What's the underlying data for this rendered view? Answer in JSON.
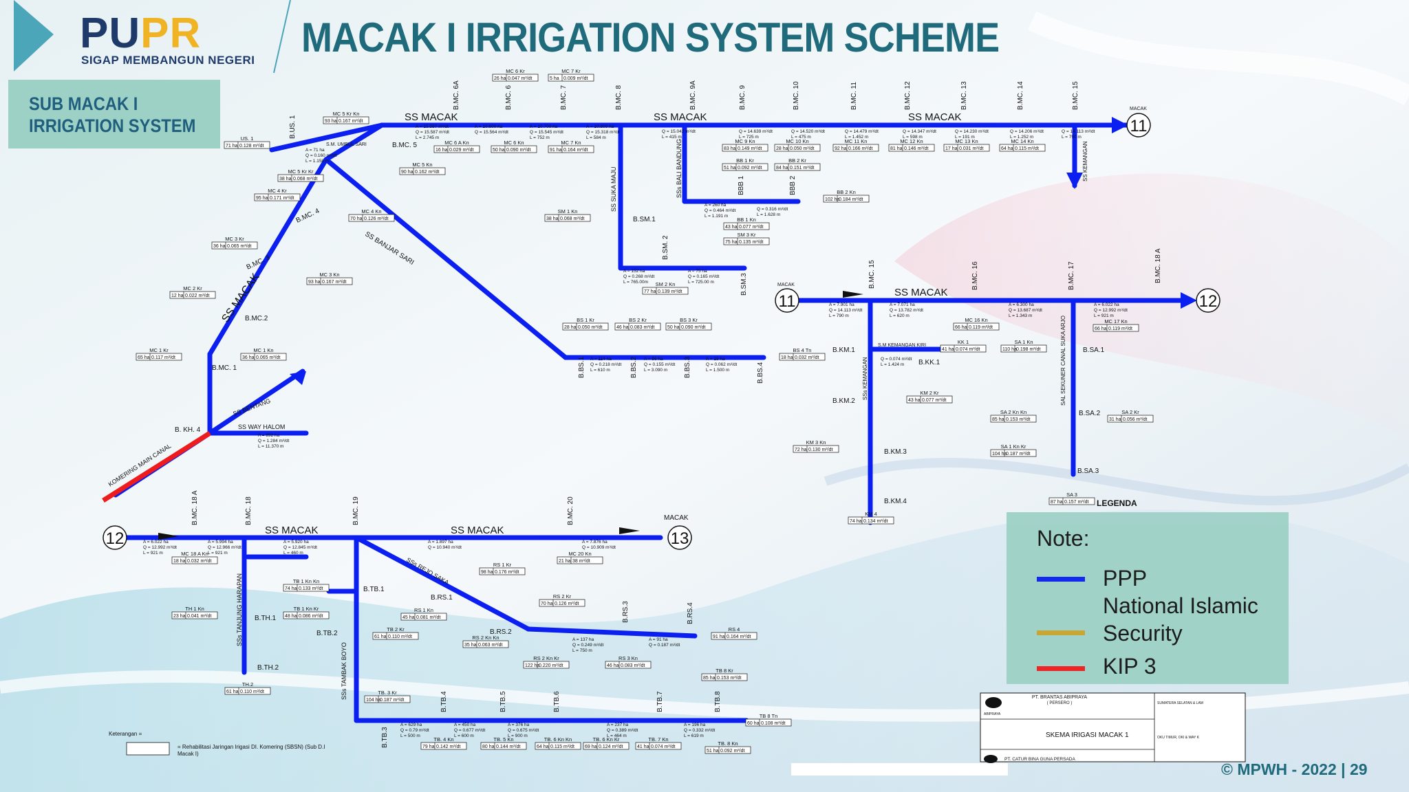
{
  "header": {
    "logo_main_a": "PU",
    "logo_main_b": "PR",
    "logo_tagline": "SIGAP MEMBANGUN NEGERI",
    "title": "MACAK I IRRIGATION SYSTEM SCHEME"
  },
  "subtitle": {
    "line1": "SUB MACAK I",
    "line2": "IRRIGATION SYSTEM"
  },
  "colors": {
    "ppp": "#0a1ff0",
    "national_islamic_security": "#c9a227",
    "kip3": "#ee1c1c",
    "title_teal": "#1f6b7c",
    "note_bg": "#9ed1c6"
  },
  "canal_labels": {
    "ss_macak_1": "SS MACAK",
    "ss_macak_2": "SS MACAK",
    "ss_macak_3": "SS MACAK",
    "ss_macak_4": "SS MACAK",
    "ss_macak_5": "SS MACAK",
    "ss_macak_6": "SS MACAK",
    "ss_macak_diag": "SS MACAK",
    "ss_banjar_sari": "SS BANJAR SARI",
    "ss_suka_maju": "SS SUKA MAJU",
    "ss_bali_bandung": "SSs BALI BANDUNG",
    "ss_kemangan": "SS KEMANGAN",
    "ss_kemangan2": "SSs KEMANGAN",
    "sal_suka_arjo": "SAL SEKUNER CANAL SUKA ARJO",
    "ss_way_halom": "SS WAY HALOM",
    "ss_bentang": "SS BENTANG",
    "komering": "KOMERING MAIN CANAL",
    "ss_rejo_saka": "SSs REJO SAKA",
    "ss_tanjung_harapan": "SSs TANJUNG HARAPAN",
    "ss_tambak_boyo": "SSs TAMBAK BOYO",
    "s_m_kemangan_kiri": "S.M KEMANGAN KIRI",
    "s_umbul_sari": "S.M. UMBUL SARI",
    "macak_tag1": "MACAK",
    "macak_tag2": "MACAK",
    "macak_tag3": "MACAK"
  },
  "nodes": {
    "n11a": "11",
    "n11b": "11",
    "n12a": "12",
    "n12b": "12",
    "n13": "13"
  },
  "structures": {
    "bus1": "B.US. 1",
    "bmc5": "B.MC. 5",
    "bmc6a": "B.MC. 6A",
    "bmc6": "B.MC. 6",
    "bmc7": "B.MC. 7",
    "bmc8": "B.MC. 8",
    "bmc9a": "B.MC. 9A",
    "bmc9": "B.MC. 9",
    "bmc10": "B.MC. 10",
    "bmc11": "B.MC. 11",
    "bmc12": "B.MC. 12",
    "bmc13": "B.MC. 13",
    "bmc14": "B.MC. 14",
    "bmc15": "B.MC. 15",
    "bmc4": "B.MC. 4",
    "bmc3": "B.MC. 3",
    "bmc2": "B.MC.2",
    "bmc1": "B.MC. 1",
    "bkh4": "B. KH. 4",
    "bsm1": "B.SM.1",
    "bsm2": "B.SM. 2",
    "bsm3": "B.SM.3",
    "bbb1": "BBB 1",
    "bbb2": "BBB 2",
    "bbs1": "B.BS.1",
    "bbs2": "B.BS.2",
    "bbs3": "B.BS.3",
    "bbs4": "B.BS.4",
    "bmc15b": "B.MC. 15",
    "bmc16": "B.MC. 16",
    "bmc17": "B.MC. 17",
    "bmc18a": "B.MC. 18 A",
    "bkm1": "B.KM.1",
    "bkk1": "B.KK.1",
    "bkm2": "B.KM.2",
    "bkm3": "B.KM.3",
    "bkm4": "B.KM.4",
    "bsa1": "B.SA.1",
    "bsa2": "B.SA.2",
    "bsa3": "B.SA.3",
    "bmc18a2": "B.MC. 18 A",
    "bmc18": "B.MC. 18",
    "bmc19": "B.MC. 19",
    "bmc20": "B.MC. 20",
    "btb1": "B.TB.1",
    "btb2": "B.TB.2",
    "btb3": "B.TB.3",
    "btb4": "B.TB.4",
    "btb5": "B.TB.5",
    "btb6": "B.TB.6",
    "btb7": "B.TB.7",
    "btb8": "B.TB.8",
    "bth1": "B.TH.1",
    "bth2": "B.TH.2",
    "brs1": "B.RS.1",
    "brs2": "B.RS.2",
    "brs3": "B.RS.3",
    "brs4": "B.RS.4"
  },
  "boxes": {
    "mc5kr": [
      "MC 5 Kr Kn",
      "93 ha",
      "0.167 m³/dt"
    ],
    "us1": [
      "US. 1",
      "71 ha",
      "0.128 m³/dt"
    ],
    "mc6kr": [
      "MC 6 Kr",
      "26 ha",
      "0.047 m³/dt"
    ],
    "mc7kr": [
      "MC 7 Kr",
      "5 ha",
      "0.009 m³/dt"
    ],
    "mc6akn": [
      "MC 6 A Kn",
      "16 ha",
      "0.029 m³/dt"
    ],
    "mc6kn": [
      "MC 6 Kn",
      "50 ha",
      "0.090 m³/dt"
    ],
    "mc7kn": [
      "MC 7 Kn",
      "91 ha",
      "0.164 m³/dt"
    ],
    "mc5kn": [
      "MC 5 Kn",
      "90 ha",
      "0.162 m³/dt"
    ],
    "mc5krb": [
      "MC 5 Kr Kr",
      "38 ha",
      "0.068 m³/dt"
    ],
    "mc4kr": [
      "MC 4 Kr",
      "95 ha",
      "0.171 m³/dt"
    ],
    "mc4kn": [
      "MC 4 Kn",
      "70 ha",
      "0.126 m³/dt"
    ],
    "mc3kr": [
      "MC 3 Kr",
      "36 ha",
      "0.065 m³/dt"
    ],
    "mc3kn": [
      "MC 3 Kn",
      "93 ha",
      "0.167 m³/dt"
    ],
    "mc2kr": [
      "MC 2 Kr",
      "12 ha",
      "0.022 m³/dt"
    ],
    "mc1kr": [
      "MC 1 Kr",
      "65 ha",
      "0.117 m³/dt"
    ],
    "mc1kn": [
      "MC 1 Kn",
      "36 ha",
      "0.065 m³/dt"
    ],
    "mc9kn": [
      "MC 9 Kn",
      "83 ha",
      "0.149 m³/dt"
    ],
    "mc10kn": [
      "MC 10 Kn",
      "28 ha",
      "0.050 m³/dt"
    ],
    "mc11kn": [
      "MC 11 Kn",
      "92 ha",
      "0.166 m³/dt"
    ],
    "mc12kn": [
      "MC 12 Kn",
      "81 ha",
      "0.146 m³/dt"
    ],
    "mc13kn": [
      "MC 13 Kn",
      "17 ha",
      "0.031 m³/dt"
    ],
    "mc14kn": [
      "MC 14 Kn",
      "64 ha",
      "0.115 m³/dt"
    ],
    "bb1kr": [
      "BB 1 Kr",
      "51 ha",
      "0.092 m³/dt"
    ],
    "bb2kr": [
      "BB 2 Kr",
      "84 ha",
      "0.151 m³/dt"
    ],
    "bb2kn": [
      "BB 2 Kn",
      "102 ha",
      "0.184 m³/dt"
    ],
    "bb1kn": [
      "BB 1 Kn",
      "43 ha",
      "0.077 m³/dt"
    ],
    "sm3kr": [
      "SM 3 Kr",
      "75 ha",
      "0.135 m³/dt"
    ],
    "sm1kn": [
      "SM 1 Kn",
      "38 ha",
      "0.068 m³/dt"
    ],
    "sm2kn": [
      "SM 2 Kn",
      "77 ha",
      "0.139 m³/dt"
    ],
    "bs1kr": [
      "BS 1 Kr",
      "28 ha",
      "0.050 m³/dt"
    ],
    "bs2kr": [
      "BS 2 Kr",
      "46 ha",
      "0.083 m³/dt"
    ],
    "bs3kr": [
      "BS 3 Kr",
      "50 ha",
      "0.090 m³/dt"
    ],
    "bs4tn": [
      "BS 4 Tn",
      "18 ha",
      "0.032 m³/dt"
    ],
    "mc16kn": [
      "MC 16 Kn",
      "66 ha",
      "0.119 m³/dt"
    ],
    "kk1": [
      "KK 1",
      "41 ha",
      "0.074 m³/dt"
    ],
    "sa1kn": [
      "SA 1 Kn",
      "110 ha",
      "0.198 m³/dt"
    ],
    "mc17kn": [
      "MC 17 Kn",
      "66 ha",
      "0.119 m³/dt"
    ],
    "km2kr": [
      "KM 2 Kr",
      "43 ha",
      "0.077 m³/dt"
    ],
    "km3kn": [
      "KM 3 Kn",
      "72 ha",
      "0.130 m³/dt"
    ],
    "km4": [
      "KM 4",
      "74 ha",
      "0.134 m³/dt"
    ],
    "sa2kn": [
      "SA 2 Kn Kn",
      "85 ha",
      "0.153 m³/dt"
    ],
    "sa2kr": [
      "SA 2 Kr",
      "31 ha",
      "0.056 m³/dt"
    ],
    "sa1knkr": [
      "SA 1 Kn Kr",
      "104 ha",
      "0.187 m³/dt"
    ],
    "sa3": [
      "SA 3",
      "87 ha",
      "0.157 m³/dt"
    ],
    "mc18akn": [
      "MC 18 A Kn",
      "18 ha",
      "0.032 m³/dt"
    ],
    "mc20kn": [
      "MC 20 Kn",
      "21 ha",
      "38 m³/dt"
    ],
    "th1kn": [
      "TH 1 Kn",
      "23 ha",
      "0.041 m³/dt"
    ],
    "tb1knkn": [
      "TB 1 Kn Kn",
      "74 ha",
      "0.133 m³/dt"
    ],
    "tb1knkr": [
      "TB 1 Kn Kr",
      "48 ha",
      "0.086 m³/dt"
    ],
    "tb2kr": [
      "TB 2 Kr",
      "61 ha",
      "0.110 m³/dt"
    ],
    "th2": [
      "TH.2",
      "61 ha",
      "0.110 m³/dt"
    ],
    "tb3kr": [
      "TB. 3 Kr",
      "104 ha",
      "0.187 m³/dt"
    ],
    "rs1kr": [
      "RS 1 Kr",
      "98 ha",
      "0.176 m³/dt"
    ],
    "rs1kn": [
      "RS 1 Kn",
      "45 ha",
      "0.081 m³/dt"
    ],
    "rs2kr": [
      "RS 2 Kr",
      "70 ha",
      "0.126 m³/dt"
    ],
    "rs2knkn": [
      "RS 2 Kn Kn",
      "35 ha",
      "0.063 m³/dt"
    ],
    "rs2knkr": [
      "RS 2 Kn Kr",
      "122 ha",
      "0.220 m³/dt"
    ],
    "rs3kn": [
      "RS 3 Kn",
      "46 ha",
      "0.083 m³/dt"
    ],
    "rs4": [
      "RS 4",
      "91 ha",
      "0.164 m³/dt"
    ],
    "tb8kr": [
      "TB 8 Kr",
      "85 ha",
      "0.153 m³/dt"
    ],
    "tb8tn": [
      "TB 8 Tn",
      "60 ha",
      "0.108 m³/dt"
    ],
    "tb8kn": [
      "TB. 8 Kn",
      "51 ha",
      "0.092 m³/dt"
    ],
    "tb4kn": [
      "TB. 4 Kn",
      "79 ha",
      "0.142 m³/dt"
    ],
    "tb5kn": [
      "TB. 5 Kn",
      "80 ha",
      "0.144 m³/dt"
    ],
    "tb6knkn": [
      "TB. 6 Kn Kn",
      "64 ha",
      "0.115 m³/dt"
    ],
    "tb6knkr": [
      "TB. 6 Kn Kr",
      "69 ha",
      "0.124 m³/dt"
    ],
    "tb7kn": [
      "TB. 7 Kn",
      "41 ha",
      "0.074 m³/dt"
    ]
  },
  "flows": {
    "f_main1": [
      "A = 892 ha",
      "Q = 1.284 m³/dt",
      "L = 11.370 m"
    ],
    "f_us1": [
      "A = 71 ha",
      "Q = 0.160 m³/dt",
      "L = 1.158 m"
    ],
    "f_mc5": [
      "A = 15.587 m³/dt",
      "Q = 15.587 m³/dt",
      "L = 2.745 m"
    ],
    "f_mc6": [
      "A = 10.600 ha",
      "Q = 15.564 m³/dt"
    ],
    "f_mc7": [
      "A = 10.700 ha",
      "Q = 15.545 m³/dt",
      "L = 752 m"
    ],
    "f_mc8": [
      "A = 10.800 ha",
      "Q = 15.318 m³/dt",
      "L = 584 m"
    ],
    "f_mc9a": [
      "Q = 15.042 m³/dt",
      "L = 415 m"
    ],
    "f_mc9": [
      "Q = 14.639 m³/dt",
      "L = 725 m"
    ],
    "f_mc10": [
      "Q = 14.520 m³/dt",
      "L = 475 m"
    ],
    "f_mc11": [
      "Q = 14.479 m³/dt",
      "L = 1.452 m"
    ],
    "f_mc12": [
      "Q = 14.347 m³/dt",
      "L = 598 m"
    ],
    "f_mc13": [
      "Q = 14.230 m³/dt",
      "L = 191 m"
    ],
    "f_mc14": [
      "Q = 14.206 m³/dt",
      "L = 1.252 m"
    ],
    "f_mc15": [
      "Q = 14.113 m³/dt",
      "L = 790 m"
    ],
    "f_bb1": [
      "A = 260 ha",
      "Q = 0.464 m³/dt",
      "L = 1.191 m"
    ],
    "f_bb2": [
      "Q = 0.316 m³/dt",
      "L = 1.628 m"
    ],
    "f_sm2": [
      "A = 152 ha",
      "Q = 0.268 m³/dt",
      "L = 765.00m"
    ],
    "f_sm3": [
      "A = 75 ha",
      "Q = 0.165 m³/dt",
      "L = 725.00 m"
    ],
    "f_bs1": [
      "A = 114 ha",
      "Q = 0.218 m³/dt",
      "L = 610 m"
    ],
    "f_bs2": [
      "A = 86 ha",
      "Q = 0.155 m³/dt",
      "L = 3.090 m"
    ],
    "f_bs3": [
      "A = 18 ha",
      "Q = 0.062 m³/dt",
      "L = 1.500 m"
    ],
    "f_m15": [
      "A = 7.901 ha",
      "Q = 14.113 m³/dt",
      "L = 790 m"
    ],
    "f_m16": [
      "A = 7.071 ha",
      "Q = 13.782 m³/dt",
      "L = 620 m"
    ],
    "f_m17": [
      "A = 6.300 ha",
      "Q = 13.687 m³/dt",
      "L = 1.343 m"
    ],
    "f_m18": [
      "A = 6.022 ha",
      "Q = 12.992 m³/dt",
      "L = 921 m"
    ],
    "f_kk": [
      "Q = 0.074 m³/dt",
      "L = 1.424 m"
    ],
    "f_l12": [
      "A = 6.022 ha",
      "Q = 12.992 m³/dt",
      "L = 921 m"
    ],
    "f_l18": [
      "A = 5.994 ha",
      "Q = 12.966 m³/dt",
      "L = 921 m"
    ],
    "f_l19": [
      "A = 5.920 ha",
      "Q = 12.845 m³/dt",
      "L = 460 m"
    ],
    "f_l20": [
      "A = 1.897 ha",
      "Q = 10.940 m³/dt"
    ],
    "f_l21": [
      "A = 7.876 ha",
      "Q = 10.909 m³/dt"
    ],
    "f_rs": [
      "A = 137 ha",
      "Q = 0.249 m³/dt",
      "L = 750 m"
    ],
    "f_rs4": [
      "A = 91 ha",
      "Q = 0.187 m³/dt"
    ],
    "f_tb3": [
      "A = 629 ha",
      "Q = 0.79 m³/dt",
      "L = 500 m"
    ],
    "f_tb4": [
      "A = 450 ha",
      "Q = 0.677 m³/dt",
      "L = 600 m"
    ],
    "f_tb5": [
      "A = 376 ha",
      "Q = 0.675 m³/dt",
      "L = 900 m"
    ],
    "f_tb6": [
      "A = 237 ha",
      "Q = 0.389 m³/dt",
      "L = 464 m"
    ],
    "f_tb7": [
      "A = 196 ha",
      "Q = 0.332 m³/dt",
      "L = 619 m"
    ]
  },
  "legend_word": "LEGENDA",
  "title_block": {
    "company": "PT. BRANTAS ABIPRAYA",
    "persero": "( PERSERO )",
    "abipraya": "ABIPRAYA",
    "scheme": "SKEMA IRIGASI MACAK 1",
    "catur": "PT. CATUR BINA GUNA PERSADA",
    "sumatera": "SUMATERA SELATAN & LAM",
    "oku": "OKU TIMUR, OKI & WAY K"
  },
  "keterangan": {
    "label": "Keterangan =",
    "text1": "= Rehabilitasi Jaringan Irigasi DI. Komering (SBSN) (Sub D.I",
    "text2": "Macak I)"
  },
  "note": {
    "title": "Note:",
    "items": [
      {
        "label": "PPP",
        "color": "#0a1ff0"
      },
      {
        "label": "National Islamic",
        "label2": "Security",
        "color": "#c9a227"
      },
      {
        "label": "KIP 3",
        "color": "#ee1c1c"
      }
    ]
  },
  "footer": "© MPWH - 2022 |  29"
}
